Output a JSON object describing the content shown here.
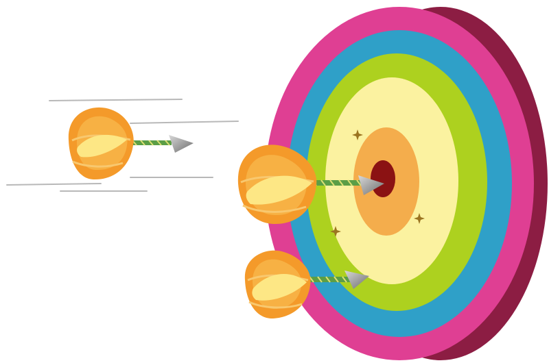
{
  "scene": {
    "colors": {
      "background": "#ffffff",
      "board_side": "#8c1d43",
      "ring_magenta": "#df3f93",
      "ring_blue": "#2fa0c8",
      "ring_green": "#add11f",
      "ring_yellow": "#fbf2a0",
      "ring_orange": "#f4ad4c",
      "center": "#8b1213",
      "dart_outer": "#f49a2a",
      "dart_inner": "#fde785",
      "dart_shaft_green": "#5b9e46",
      "dart_shaft_yellow": "#dddf73",
      "dart_tip": "#8b8b8b",
      "motion_lines": "#b8b8b8",
      "hole_marks": "#9b7420"
    },
    "objects": [
      {
        "name": "dartboard",
        "icon": "dartboard-icon"
      },
      {
        "name": "flying-dart",
        "icon": "dart-icon"
      },
      {
        "name": "dart-in-bullseye",
        "icon": "dart-icon"
      },
      {
        "name": "dart-lower-ring",
        "icon": "dart-icon"
      },
      {
        "name": "star-hole-marks",
        "icon": "star-icon"
      }
    ]
  }
}
